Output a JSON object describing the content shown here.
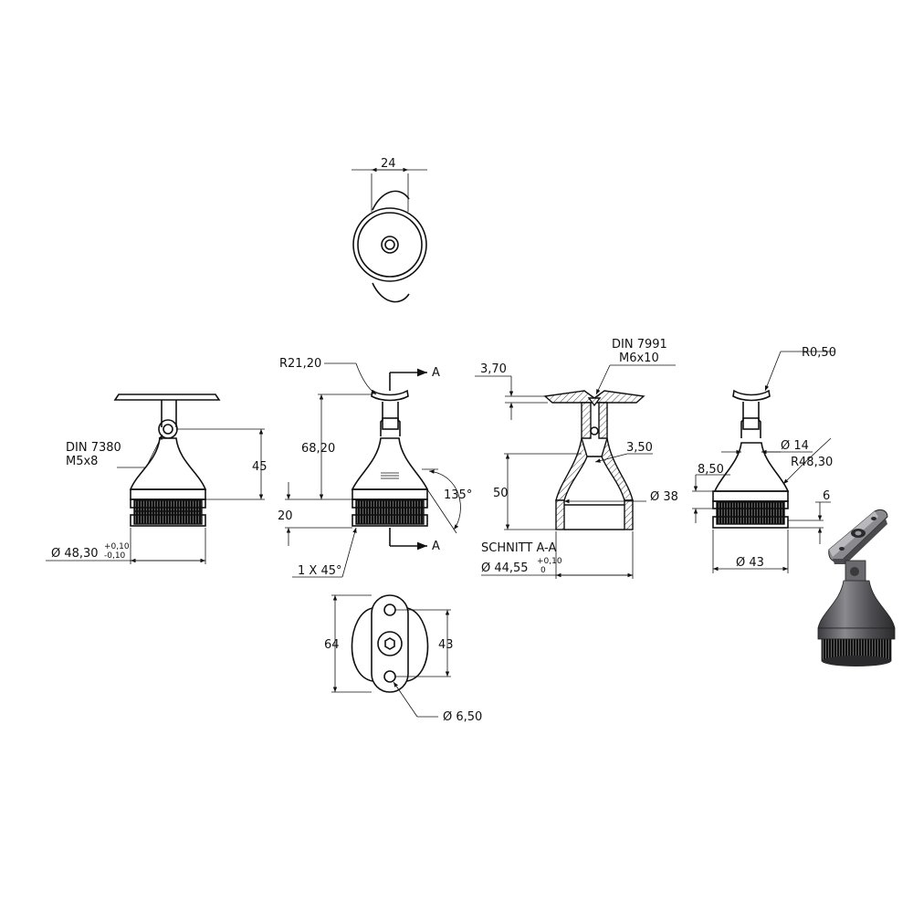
{
  "dimensions": {
    "top_width": "24",
    "din7380": "DIN 7380",
    "m5x8": "M5x8",
    "h45": "45",
    "d48": "Ø 48,30",
    "d48_tol_up": "+0,10",
    "d48_tol_low": "-0,10",
    "r2120": "R21,20",
    "h6820": "68,20",
    "h20": "20",
    "ang135": "135°",
    "chamfer": "1 X 45°",
    "section_label": "A",
    "d3_70": "3,70",
    "din7991": "DIN 7991",
    "m6x10": "M6x10",
    "d3_50": "3,50",
    "h50": "50",
    "d38": "Ø 38",
    "schnitt": "SCHNITT A-A",
    "d4455": "Ø 44,55",
    "d4455_tol_up": "+0,10",
    "d4455_tol_low": "0",
    "r050": "R0,50",
    "d14": "Ø 14",
    "d8_50": "8,50",
    "r4830": "R48,30",
    "d6": "6",
    "d43b": "Ø 43",
    "h64": "64",
    "h43": "43",
    "d650": "Ø 6,50"
  },
  "colors": {
    "line": "#111111",
    "background": "#ffffff",
    "render_dark": "#3a3a3c",
    "render_mid": "#6b6b6e",
    "render_light": "#a9a9ad"
  }
}
